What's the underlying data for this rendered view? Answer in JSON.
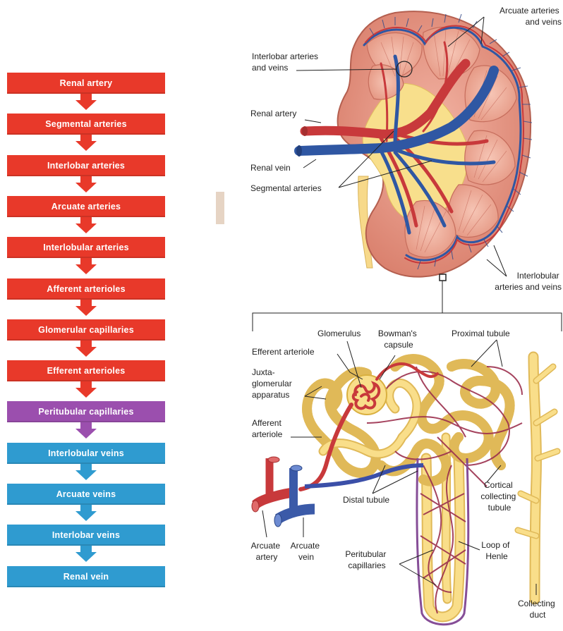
{
  "flowchart": {
    "steps": [
      {
        "label": "Renal artery",
        "color": "#e8392a"
      },
      {
        "label": "Segmental arteries",
        "color": "#e8392a"
      },
      {
        "label": "Interlobar arteries",
        "color": "#e8392a"
      },
      {
        "label": "Arcuate arteries",
        "color": "#e8392a"
      },
      {
        "label": "Interlobular arteries",
        "color": "#e8392a"
      },
      {
        "label": "Afferent arterioles",
        "color": "#e8392a"
      },
      {
        "label": "Glomerular capillaries",
        "color": "#e8392a"
      },
      {
        "label": "Efferent arterioles",
        "color": "#e8392a"
      },
      {
        "label": "Peritubular capillaries",
        "color": "#9b4fae"
      },
      {
        "label": "Interlobular veins",
        "color": "#2f9bd0"
      },
      {
        "label": "Arcuate veins",
        "color": "#2f9bd0"
      },
      {
        "label": "Interlobar veins",
        "color": "#2f9bd0"
      },
      {
        "label": "Renal vein",
        "color": "#2f9bd0"
      }
    ]
  },
  "kidney": {
    "arcuate_arteries_veins": [
      "Arcuate arteries",
      "and veins"
    ],
    "interlobar_arteries_veins": [
      "Interlobar arteries",
      "and veins"
    ],
    "renal_artery": "Renal artery",
    "renal_vein": "Renal vein",
    "segmental_arteries": "Segmental arteries",
    "interlobular_arteries_veins": [
      "Interlobular",
      "arteries and veins"
    ]
  },
  "nephron": {
    "glomerulus": "Glomerulus",
    "bowmans_capsule": [
      "Bowman's",
      "capsule"
    ],
    "proximal_tubule": "Proximal tubule",
    "efferent_arteriole": "Efferent arteriole",
    "juxtaglomerular_apparatus": [
      "Juxta-",
      "glomerular",
      "apparatus"
    ],
    "afferent_arteriole": [
      "Afferent",
      "arteriole"
    ],
    "cortical_collecting_tubule": [
      "Cortical",
      "collecting",
      "tubule"
    ],
    "distal_tubule": "Distal tubule",
    "arcuate_artery": [
      "Arcuate",
      "artery"
    ],
    "arcuate_vein": [
      "Arcuate",
      "vein"
    ],
    "peritubular_capillaries": [
      "Peritubular",
      "capillaries"
    ],
    "loop_of_henle": [
      "Loop of",
      "Henle"
    ],
    "collecting_duct": [
      "Collecting",
      "duct"
    ]
  }
}
